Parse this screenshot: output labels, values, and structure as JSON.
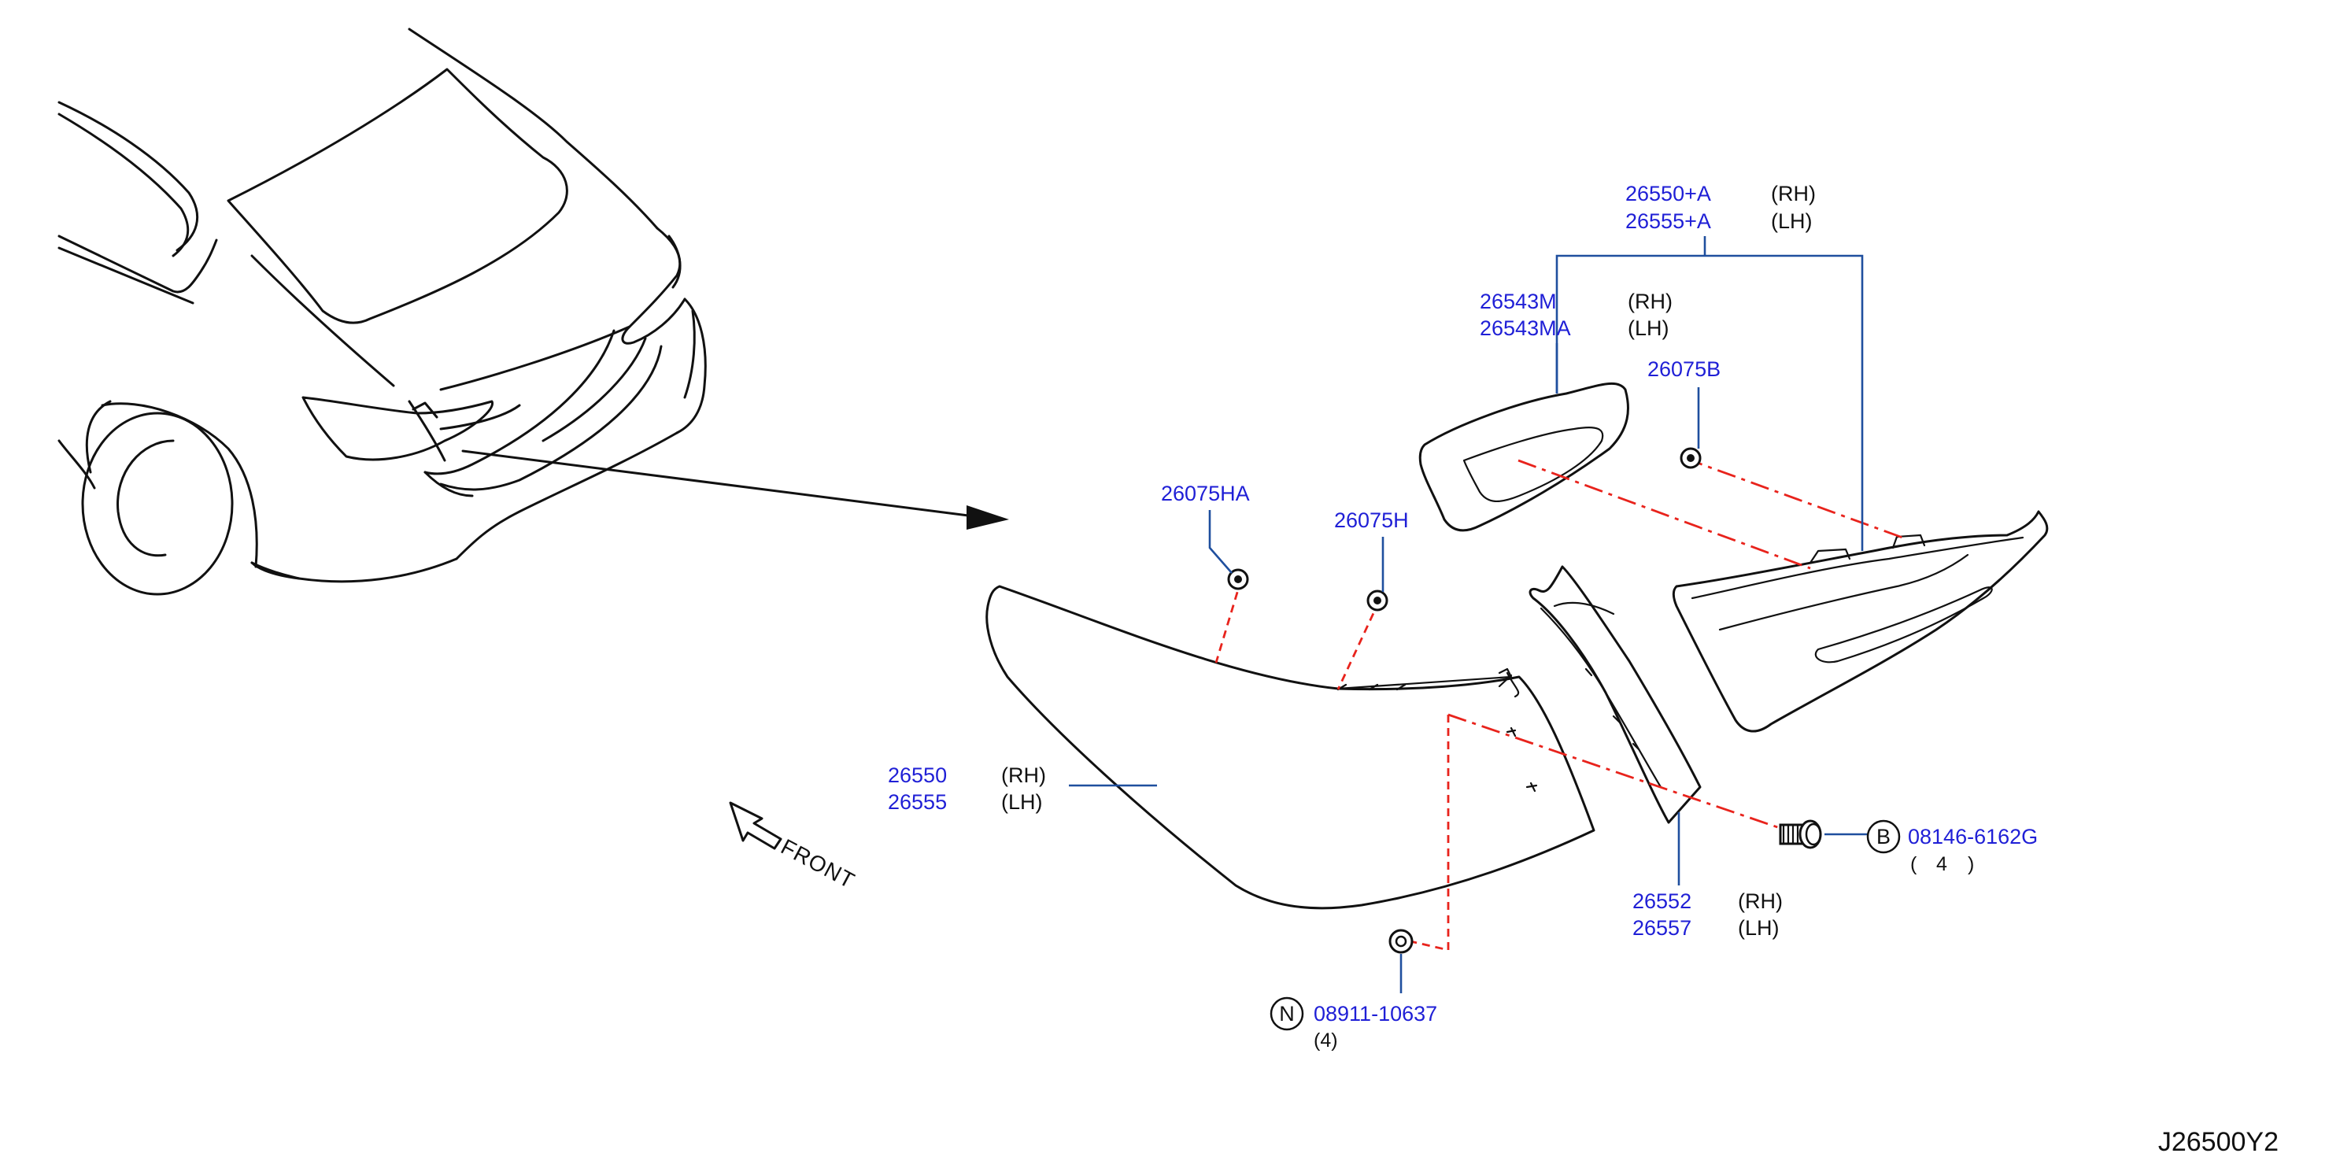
{
  "callouts": {
    "assembly": {
      "rh_part": "26550+A",
      "rh_side": "(RH)",
      "lh_part": "26555+A",
      "lh_side": "(LH)"
    },
    "inner_lamp": {
      "rh_part": "26543M",
      "rh_side": "(RH)",
      "lh_part": "26543MA",
      "lh_side": "(LH)"
    },
    "clip_b": {
      "part": "26075B"
    },
    "clip_ha": {
      "part": "26075HA"
    },
    "clip_h": {
      "part": "26075H"
    },
    "outer_lamp": {
      "rh_part": "26550",
      "rh_side": "(RH)",
      "lh_part": "26555",
      "lh_side": "(LH)"
    },
    "garnish": {
      "rh_part": "26552",
      "rh_side": "(RH)",
      "lh_part": "26557",
      "lh_side": "(LH)"
    },
    "bolt": {
      "symbol": "B",
      "part": "08146-6162G",
      "qty_open": "(",
      "qty": "4",
      "qty_close": ")"
    },
    "nut": {
      "symbol": "N",
      "part": "08911-10637",
      "qty": "(4)"
    }
  },
  "front_label": "FRONT",
  "diagram_ref": "J26500Y2",
  "icons": [
    "front-direction-arrow-icon",
    "bolt-icon",
    "nut-icon",
    "clip-icon"
  ],
  "colors": {
    "part_number": "#1f1fd6",
    "leader_line": "#1f4f9e",
    "fastening_line": "#e8231c",
    "drawing": "#111111"
  }
}
